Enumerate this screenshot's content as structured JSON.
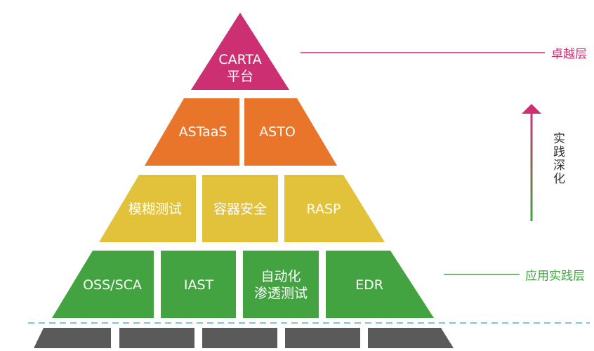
{
  "colors": {
    "tier1": "#cc2f72",
    "tier2": "#e8752a",
    "tier3": "#e2c23a",
    "tier4": "#43a340",
    "base": "#5a5a5a",
    "excellence_line": "#cc2f72",
    "practice_line": "#43a340",
    "divider": "#4ab8cf"
  },
  "pyramid": {
    "tier1": {
      "lines": [
        "CARTA",
        "平台"
      ]
    },
    "tier2": {
      "items": [
        "ASTaaS",
        "ASTO"
      ]
    },
    "tier3": {
      "items": [
        "模糊测试",
        "容器安全",
        "RASP"
      ]
    },
    "tier4": {
      "items": [
        "OSS/SCA",
        "IAST",
        "自动化\n渗透测试",
        "EDR"
      ]
    }
  },
  "annotations": {
    "excellence_layer": "卓越层",
    "practice_layer": "应用实践层",
    "deepen_label": "实践深化"
  }
}
